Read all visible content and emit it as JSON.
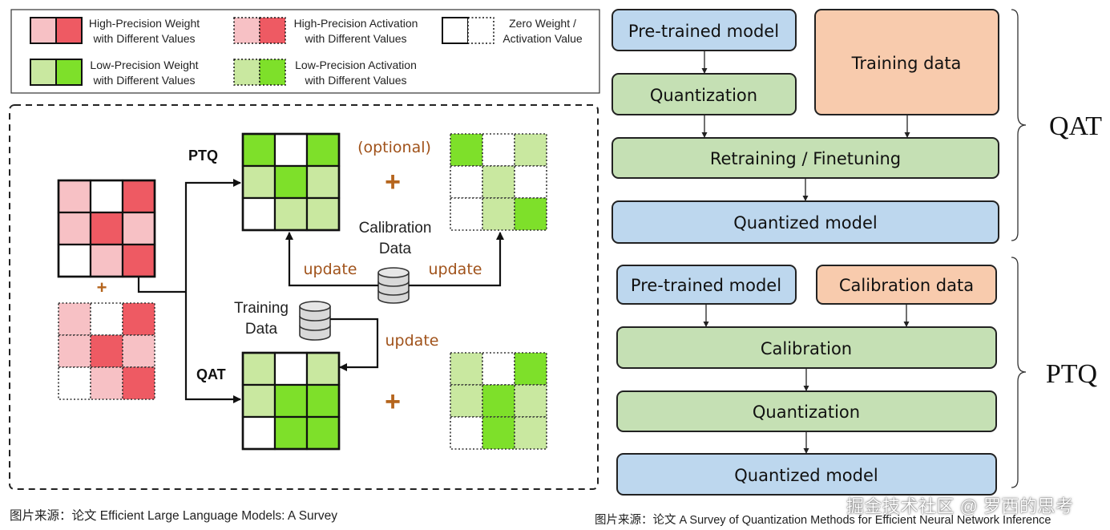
{
  "legend": {
    "items": [
      {
        "id": "hp-weight",
        "line1": "High-Precision Weight",
        "line2": "with Different Values",
        "colors": [
          "#f7c1c5",
          "#ee5a63"
        ],
        "border": "solid"
      },
      {
        "id": "hp-activation",
        "line1": "High-Precision Activation",
        "line2": "with Different Values",
        "colors": [
          "#f7c1c5",
          "#ee5a63"
        ],
        "border": "dotted"
      },
      {
        "id": "zero",
        "line1": "Zero Weight  /",
        "line2": "Activation Value",
        "colors": [
          "#ffffff",
          "#ffffff"
        ],
        "border": "mixed"
      },
      {
        "id": "lp-weight",
        "line1": "Low-Precision Weight",
        "line2": "with Different Values",
        "colors": [
          "#c9e8a0",
          "#7ee02a"
        ],
        "border": "solid"
      },
      {
        "id": "lp-activation",
        "line1": "Low-Precision Activation",
        "line2": "with Different Values",
        "colors": [
          "#c9e8a0",
          "#7ee02a"
        ],
        "border": "dotted"
      }
    ]
  },
  "colors": {
    "hp_light": "#f7c1c5",
    "hp_dark": "#ee5a63",
    "lp_light": "#c9e8a0",
    "lp_dark": "#7ee02a",
    "zero": "#ffffff",
    "plus": "#b5651d",
    "update_text": "#a0521a",
    "blue_box": "#bdd7ee",
    "green_box": "#c5e0b4",
    "orange_box": "#f8cbad"
  },
  "left_diagram": {
    "ptq_label": "PTQ",
    "qat_label": "QAT",
    "optional_label": "(optional)",
    "plus": "+",
    "calibration_label_1": "Calibration",
    "calibration_label_2": "Data",
    "training_label_1": "Training",
    "training_label_2": "Data",
    "update_labels": [
      "update",
      "update",
      "update"
    ],
    "matrices": {
      "hp_weight": [
        "l",
        "w",
        "d",
        "l",
        "d",
        "l",
        "w",
        "l",
        "d"
      ],
      "hp_activation": [
        "l",
        "w",
        "d",
        "l",
        "d",
        "l",
        "w",
        "l",
        "d"
      ],
      "ptq_weight": [
        "d",
        "w",
        "d",
        "l",
        "d",
        "l",
        "w",
        "l",
        "l"
      ],
      "ptq_activation": [
        "d",
        "w",
        "l",
        "w",
        "l",
        "w",
        "w",
        "l",
        "d"
      ],
      "qat_weight": [
        "l",
        "w",
        "l",
        "l",
        "d",
        "d",
        "w",
        "d",
        "d"
      ],
      "qat_activation": [
        "l",
        "w",
        "d",
        "l",
        "d",
        "l",
        "w",
        "d",
        "l"
      ]
    }
  },
  "right_diagram": {
    "qat": {
      "label": "QAT",
      "pretrained": "Pre-trained model",
      "training_data": "Training data",
      "quantization": "Quantization",
      "retraining": "Retraining / Finetuning",
      "quantized": "Quantized model"
    },
    "ptq": {
      "label": "PTQ",
      "pretrained": "Pre-trained model",
      "calibration_data": "Calibration data",
      "calibration": "Calibration",
      "quantization": "Quantization",
      "quantized": "Quantized model"
    }
  },
  "captions": {
    "left": "图片来源：论文 Efficient Large Language Models: A Survey",
    "right": "图片来源：论文 A Survey of Quantization Methods for Efficient Neural Network Inference"
  },
  "watermark": "掘金技术社区 @ 罗西的思考"
}
